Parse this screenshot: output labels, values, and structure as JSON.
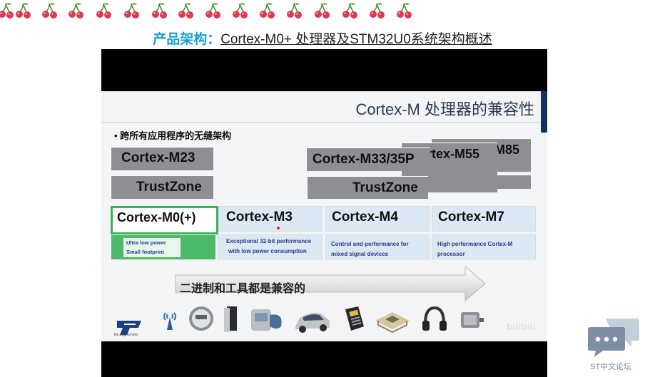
{
  "header": {
    "prefix": "产品架构：",
    "title": "Cortex-M0+ 处理器及STM32U0系统架构概述"
  },
  "slide": {
    "title": "Cortex-M 处理器的兼容性",
    "bullet": "• 跨所有应用程序的无缝架构",
    "upper_boxes": {
      "m23": "Cortex-M23",
      "trustzone_left": "TrustZone",
      "m33": "Cortex-M33/35P",
      "trustzone_right": "TrustZone",
      "m55": "rtex-M55",
      "m85": "M85"
    },
    "cores": [
      {
        "name": "Cortex-M0(+)",
        "desc": [
          "Ultra low power",
          "Small footprint"
        ]
      },
      {
        "name": "Cortex-M3",
        "desc": [
          "Exceptional 32-bit performance",
          "with low power consumption"
        ]
      },
      {
        "name": "Cortex-M4",
        "desc": [
          "Control and performance for",
          "mixed signal devices"
        ]
      },
      {
        "name": "Cortex-M7",
        "desc": [
          "High performance Cortex-M",
          "processor"
        ]
      }
    ],
    "arrow_text": "二进制和工具都是兼容的",
    "logo_caption": "life.augmented",
    "watermark": "bilibili"
  },
  "forum": {
    "label": "ST中文论坛"
  },
  "colors": {
    "accent": "#1a9ee0",
    "slide_title": "#2b3a55",
    "gray_box": "#8e8f95",
    "blue_box": "#dce9f4",
    "green": "#4db96a",
    "desc_text": "#2b3b88"
  },
  "icons": [
    "cherry-icon",
    "wireless-icon",
    "meter-icon",
    "pc-tower-icon",
    "blood-pressure-monitor-icon",
    "car-icon",
    "payment-terminal-icon",
    "motherboard-icon",
    "headphones-icon",
    "motor-icon",
    "chat-bubbles-icon"
  ]
}
